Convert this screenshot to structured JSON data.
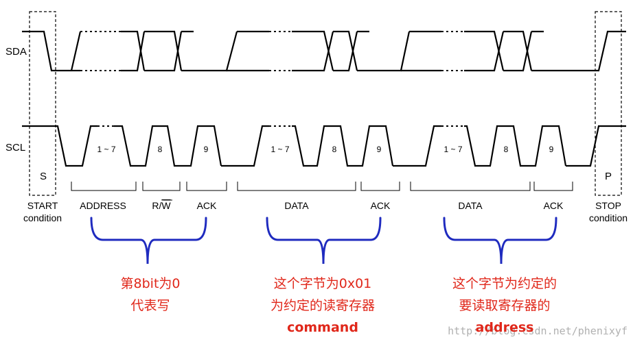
{
  "signals": {
    "sda": "SDA",
    "scl": "SCL"
  },
  "conditions": {
    "start_symbol": "S",
    "stop_symbol": "P",
    "start_line1": "START",
    "start_line2": "condition",
    "stop_line1": "STOP",
    "stop_line2": "condition"
  },
  "clock_labels": [
    "1 ~ 7",
    "8",
    "9",
    "1 ~ 7",
    "8",
    "9",
    "1 ~ 7",
    "8",
    "9"
  ],
  "field_labels": {
    "address": "ADDRESS",
    "rw_r": "R/",
    "rw_w": "W",
    "ack1": "ACK",
    "data1": "DATA",
    "ack2": "ACK",
    "data2": "DATA",
    "ack3": "ACK"
  },
  "annotations": {
    "a1_line1": "第8bit为0",
    "a1_line2": "代表写",
    "a2_line1": "这个字节为0x01",
    "a2_line2": "为约定的读寄存器",
    "a2_line3": "command",
    "a3_line1": "这个字节为约定的",
    "a3_line2": "要读取寄存器的",
    "a3_line3": "address"
  },
  "watermark": "http://blog.csdn.net/phenixyf",
  "colors": {
    "wave": "#000000",
    "brace": "#1f2bbf",
    "note": "#e0271a"
  }
}
